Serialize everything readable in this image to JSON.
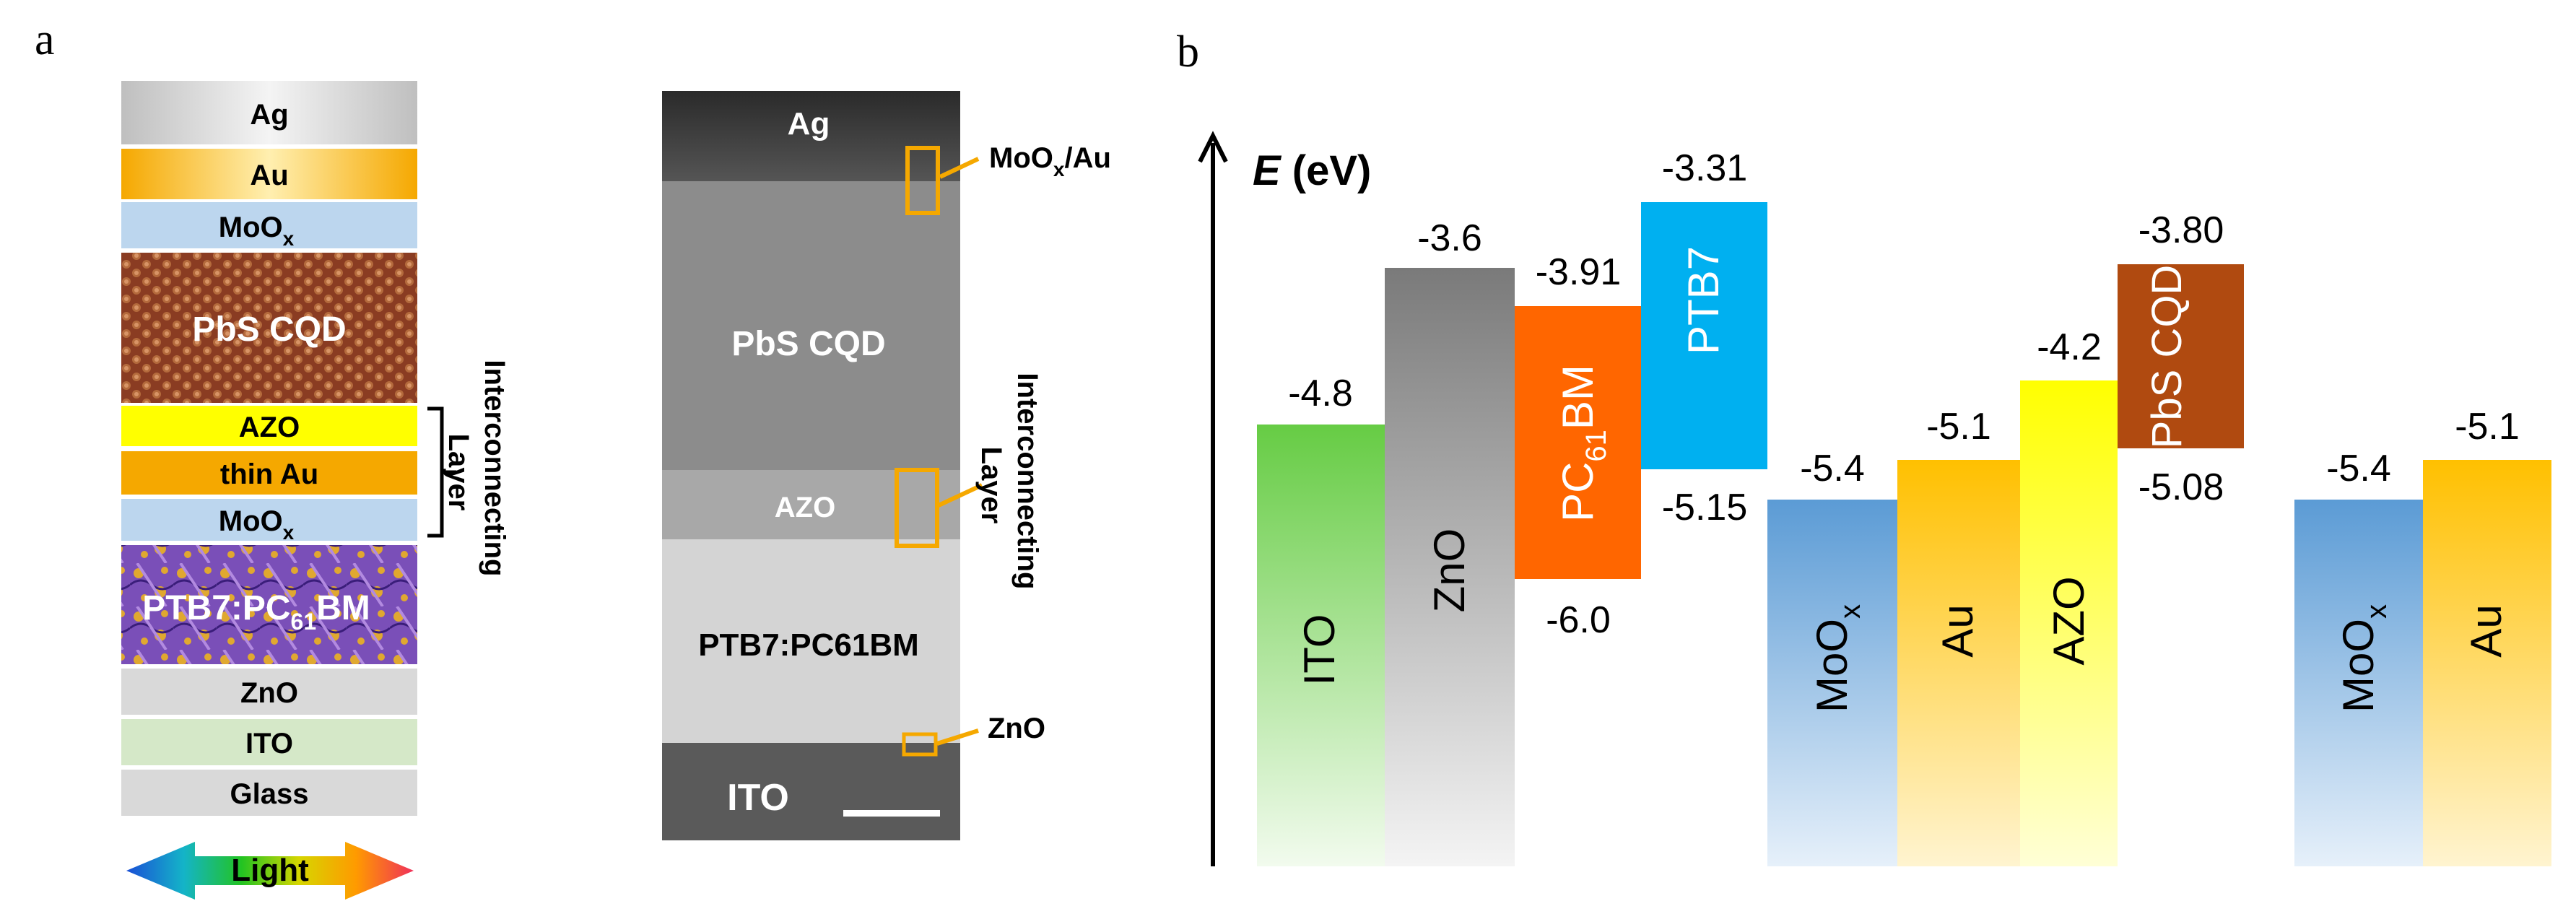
{
  "panel_a": {
    "label": "a",
    "stack_layers": [
      {
        "name": "Ag",
        "sub": "",
        "style": "ag"
      },
      {
        "name": "Au",
        "sub": "",
        "style": "au"
      },
      {
        "name": "MoO",
        "sub": "x",
        "style": "moox"
      },
      {
        "name": "PbS CQD",
        "sub": "",
        "style": "pbs"
      },
      {
        "name": "AZO",
        "sub": "",
        "style": "azo"
      },
      {
        "name": "thin Au",
        "sub": "",
        "style": "au"
      },
      {
        "name": "MoO",
        "sub": "x",
        "style": "moox"
      },
      {
        "name": "PTB7:PC",
        "sub": "61",
        "after": "BM",
        "style": "ptb7"
      },
      {
        "name": "ZnO",
        "sub": "",
        "style": "grey"
      },
      {
        "name": "ITO",
        "sub": "",
        "style": "ito"
      },
      {
        "name": "Glass",
        "sub": "",
        "style": "grey"
      }
    ],
    "interconnecting_label_line1": "Interconnecting",
    "interconnecting_label_line2": "Layer",
    "light_label": "Light",
    "tem": {
      "layers": [
        "Ag",
        "PbS CQD",
        "AZO",
        "PTB7:PC61BM",
        "ITO"
      ],
      "callouts": [
        {
          "main": "MoO",
          "sub": "x",
          "after": "/Au"
        },
        {
          "main": "ZnO",
          "sub": "",
          "after": ""
        }
      ],
      "interconnecting_label_line1": "Interconnecting",
      "interconnecting_label_line2": "Layer"
    }
  },
  "panel_b": {
    "label": "b",
    "axis_label_symbol": "E",
    "axis_label_unit": " (eV)",
    "energy_levels": [
      {
        "material": "ITO",
        "sub": "",
        "top": "-4.8",
        "bottom": ""
      },
      {
        "material": "ZnO",
        "sub": "",
        "top": "-3.6",
        "bottom": ""
      },
      {
        "material": "PC",
        "sub": "61",
        "after": "BM",
        "top": "-3.91",
        "bottom": "-6.0"
      },
      {
        "material": "PTB7",
        "sub": "",
        "top": "-3.31",
        "bottom": "-5.15"
      },
      {
        "material": "MoO",
        "sub": "x",
        "top": "-5.4",
        "bottom": ""
      },
      {
        "material": "Au",
        "sub": "",
        "top": "-5.1",
        "bottom": ""
      },
      {
        "material": "AZO",
        "sub": "",
        "top": "-4.2",
        "bottom": ""
      },
      {
        "material": "PbS CQD",
        "sub": "",
        "top": "-3.80",
        "bottom": "-5.08"
      },
      {
        "material": "MoO",
        "sub": "x",
        "top": "-5.4",
        "bottom": ""
      },
      {
        "material": "Au",
        "sub": "",
        "top": "-5.1",
        "bottom": ""
      }
    ],
    "colors": {
      "ito": "#66cc44",
      "zno": "#808080",
      "pcbm": "#ff6600",
      "ptb7": "#00b0f0",
      "moox": "#5b9bd5",
      "au": "#ffc000",
      "azo": "#ffff00",
      "pbs": "#b04a10"
    }
  }
}
